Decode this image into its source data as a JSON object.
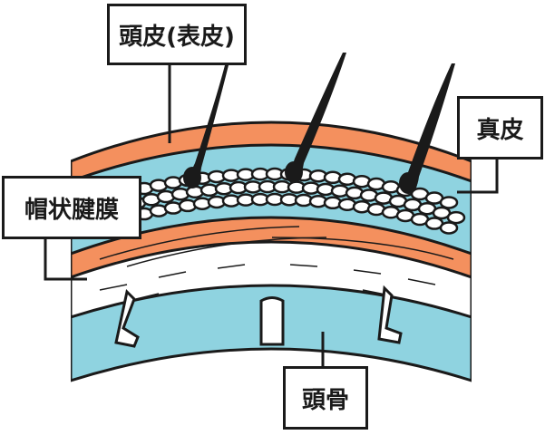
{
  "labels": {
    "scalp": "頭皮(表皮)",
    "dermis": "真皮",
    "galea": "帽状腱膜",
    "skull": "頭骨"
  },
  "colors": {
    "epidermis": "#F4905E",
    "dermis": "#8FD3E0",
    "fat": "#FFFFFF",
    "galea": "#F4905E",
    "skull": "#8FD3E0",
    "outline": "#1A1A1A",
    "hair": "#1A1A1A"
  }
}
